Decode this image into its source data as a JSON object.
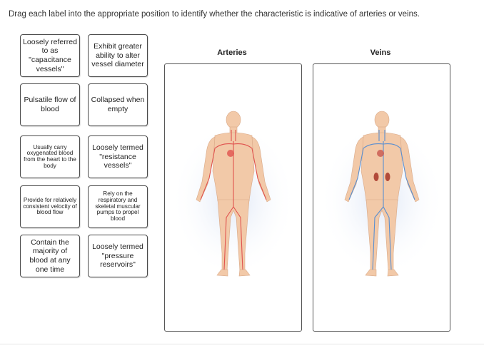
{
  "instructions": "Drag each label into the appropriate position to identify whether the characteristic is indicative of arteries or veins.",
  "labels": [
    {
      "text": "Loosely referred to as \"capacitance vessels\""
    },
    {
      "text": "Exhibit greater ability to alter vessel diameter"
    },
    {
      "text": "Pulsatile flow of blood"
    },
    {
      "text": "Collapsed when empty"
    },
    {
      "text": "Usually carry oxygenated blood from the heart to the body"
    },
    {
      "text": "Loosely termed \"resistance vessels\""
    },
    {
      "text": "Provide for relatively consistent velocity of blood flow"
    },
    {
      "text": "Rely on the respiratory and skeletal muscular pumps to propel blood"
    },
    {
      "text": "Contain the majority of blood at any one time"
    },
    {
      "text": "Loosely termed \"pressure reservoirs\""
    }
  ],
  "zones": {
    "arteries": {
      "title": "Arteries",
      "vessel_color": "#e0524e"
    },
    "veins": {
      "title": "Veins",
      "vessel_color": "#5a8fd0"
    }
  },
  "colors": {
    "skin": "#f2c9a8",
    "glow": "#dfe7f6",
    "border": "#4a4a4a"
  }
}
